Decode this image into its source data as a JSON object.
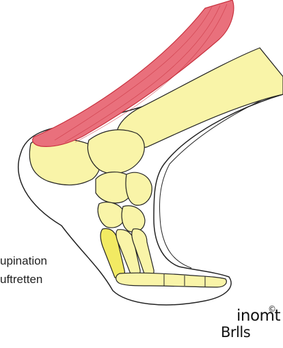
{
  "captions": {
    "line1": "upination",
    "line2": "uftretten"
  },
  "logo": {
    "top": "inomt",
    "bottom": "Brlls",
    "copyright": "©"
  },
  "colors": {
    "bone": "#f9f4a8",
    "skin_outline": "#222222",
    "muscle": "#e9707c",
    "muscle_dark": "#c8323f",
    "highlight": "#f2ea63"
  }
}
